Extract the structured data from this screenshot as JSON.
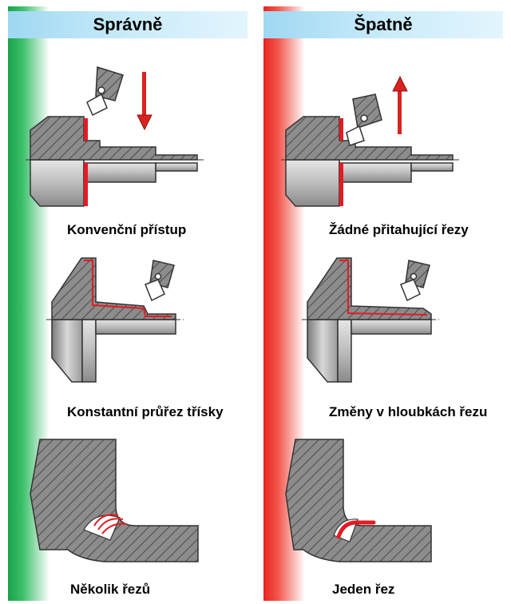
{
  "columns": {
    "correct": {
      "header": "Správně",
      "accent": "#1aa24a",
      "captions": [
        "Konvenční přístup",
        "Konstantní průřez třísky",
        "Několik řezů"
      ]
    },
    "wrong": {
      "header": "Špatně",
      "accent": "#e8231f",
      "captions": [
        "Žádné přitahující řezy",
        "Změny v hloubkách řezu",
        "Jeden řez"
      ]
    }
  },
  "colors": {
    "metal": "#8c8c8c",
    "metal_light": "#d0d0d0",
    "cut_line": "#e31b23",
    "arrow": "#d9231f"
  },
  "icons": [
    "cutting-tool-icon",
    "arrow-down-icon",
    "arrow-up-icon"
  ]
}
